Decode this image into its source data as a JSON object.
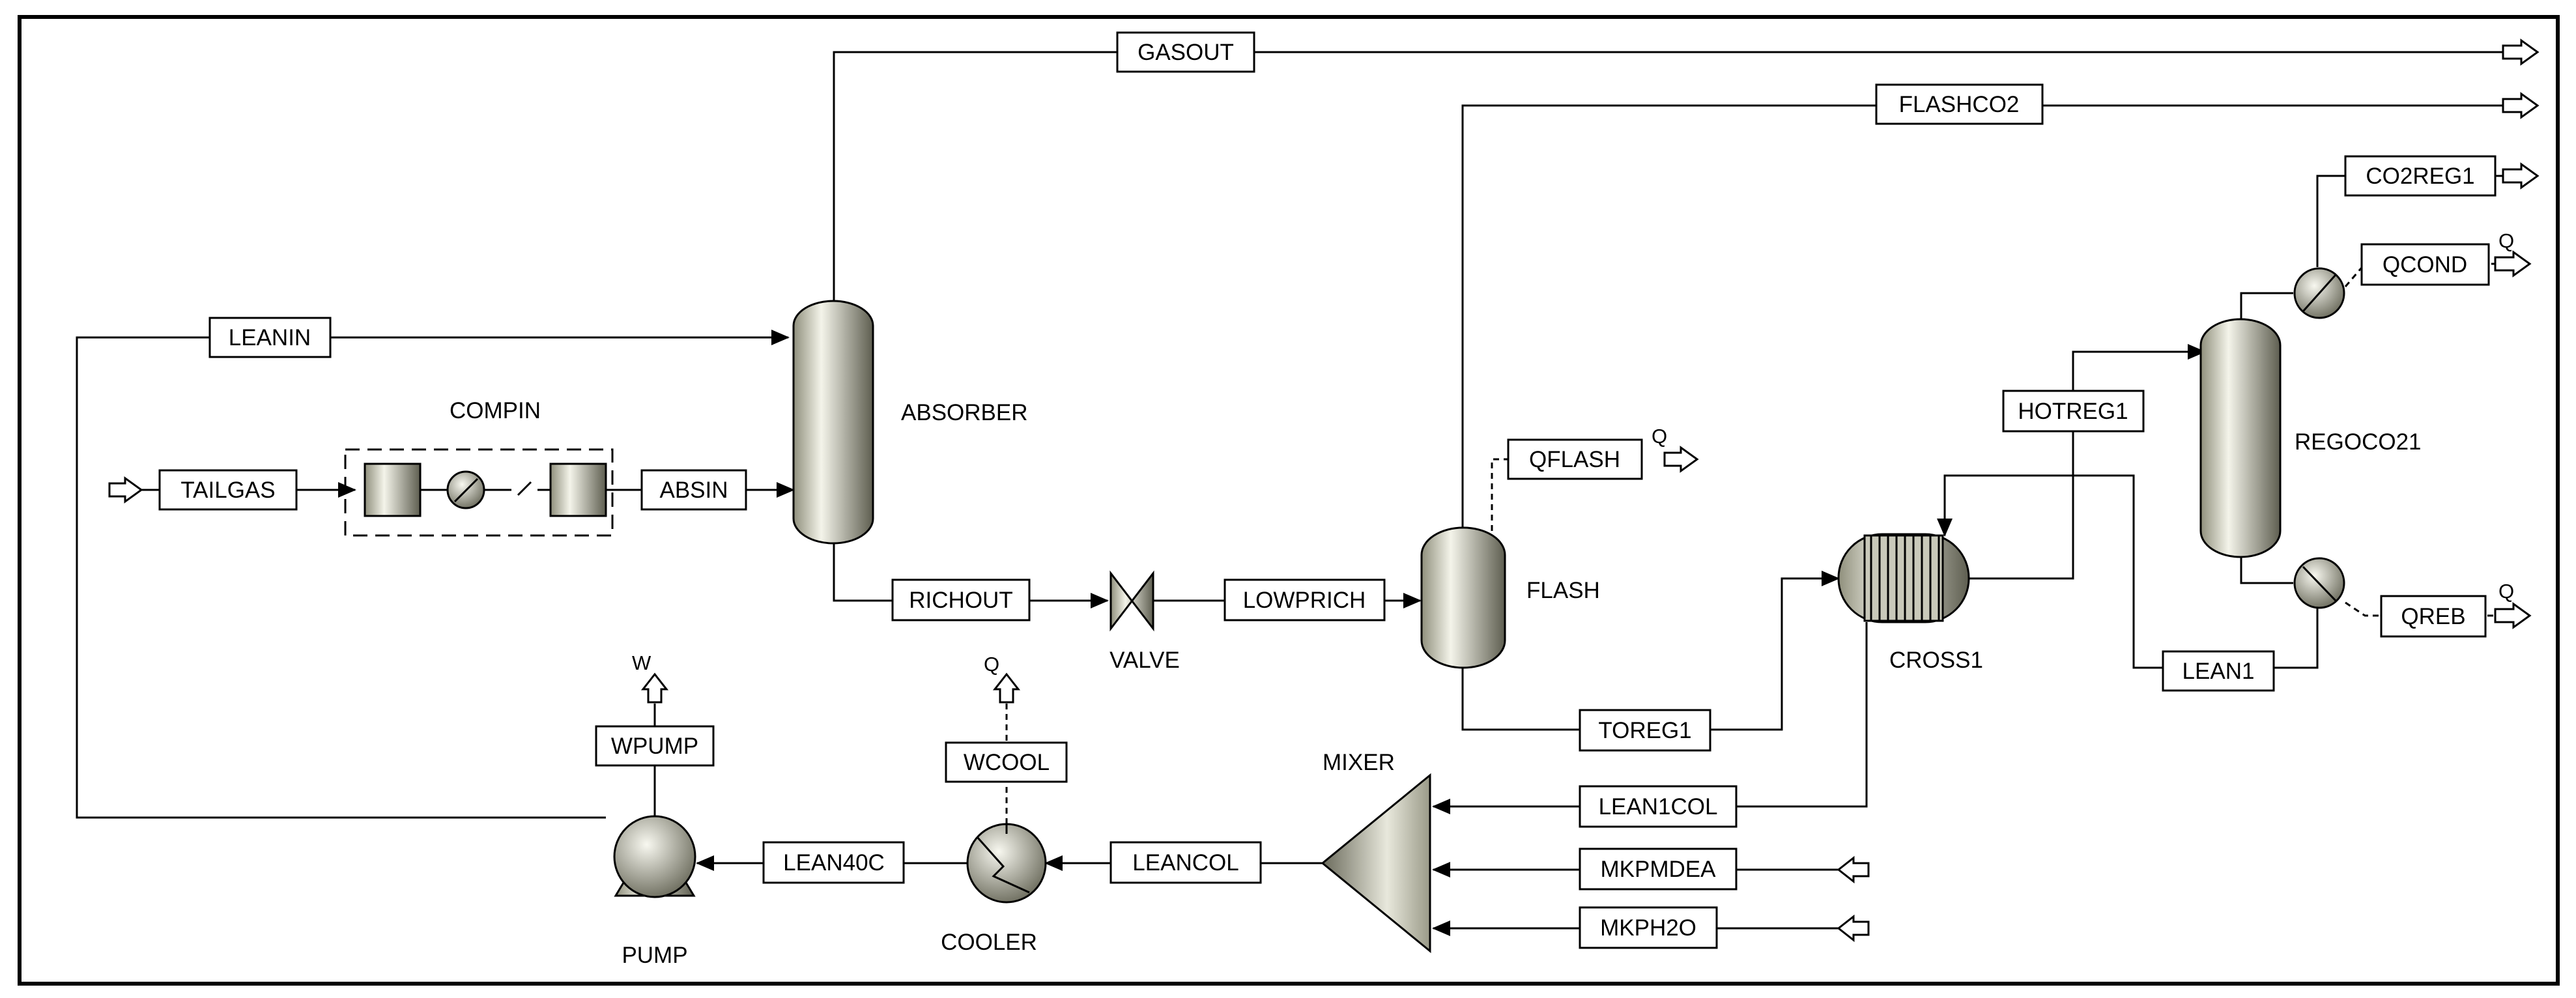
{
  "streams": {
    "gasout": "GASOUT",
    "flashco2": "FLASHCO2",
    "co2reg1": "CO2REG1",
    "qcond": "QCOND",
    "leanin": "LEANIN",
    "tailgas": "TAILGAS",
    "absin": "ABSIN",
    "richout": "RICHOUT",
    "lowprich": "LOWPRICH",
    "qflash": "QFLASH",
    "hotreg1": "HOTREG1",
    "toreg1": "TOREG1",
    "lean1": "LEAN1",
    "qreb": "QREB",
    "lean1col": "LEAN1COL",
    "mkpmdea": "MKPMDEA",
    "mkph2o": "MKPH2O",
    "leancol": "LEANCOL",
    "lean40c": "LEAN40C",
    "wcool": "WCOOL",
    "wpump": "WPUMP"
  },
  "blocks": {
    "compin": "COMPIN",
    "absorber": "ABSORBER",
    "flash": "FLASH",
    "valve": "VALVE",
    "cross1": "CROSS1",
    "regoco21": "REGOCO21",
    "mixer": "MIXER",
    "cooler": "COOLER",
    "pump": "PUMP"
  },
  "utility": {
    "q_flash": "Q",
    "q_cond": "Q",
    "q_reb": "Q",
    "q_cool": "Q",
    "w_pump": "W"
  }
}
